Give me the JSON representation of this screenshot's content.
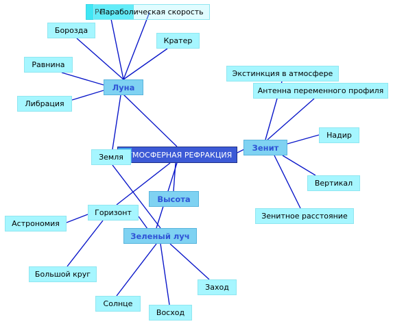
{
  "colors": {
    "edge": "#0a17c9"
  },
  "center": {
    "label": "АТМОСФЕРНАЯ РЕФРАКЦИЯ"
  },
  "hubs": {
    "moon": "Луна",
    "zenith": "Зенит",
    "altitude": "Высота",
    "green_ray": "Зеленый луч"
  },
  "moon_children": {
    "overlap_label": "Ре",
    "parabolic_speed": "Параболическая скорость",
    "furrow": "Борозда",
    "crater": "Кратер",
    "plain": "Равнина",
    "libration": "Либрация",
    "earth": "Земля"
  },
  "zenith_children": {
    "extinction": "Экстинкция в атмосфере",
    "antenna": "Антенна переменного профиля",
    "nadir": "Надир",
    "vertical": "Вертикал",
    "zenith_distance": "Зенитное расстояние"
  },
  "other_nodes": {
    "horizon": "Горизонт",
    "astronomy": "Астрономия",
    "great_circle": "Большой круг",
    "sun": "Солнце",
    "sunrise": "Восход",
    "sunset": "Заход"
  }
}
